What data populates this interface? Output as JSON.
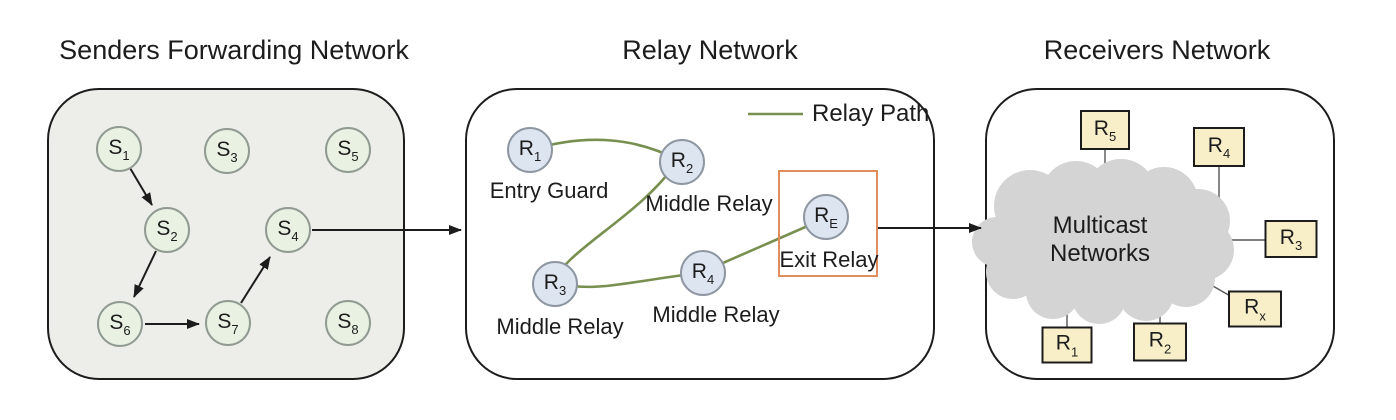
{
  "diagram": {
    "panels": {
      "senders": {
        "title": "Senders Forwarding Network",
        "nodes": [
          {
            "label": "S",
            "sub": "1"
          },
          {
            "label": "S",
            "sub": "3"
          },
          {
            "label": "S",
            "sub": "5"
          },
          {
            "label": "S",
            "sub": "2"
          },
          {
            "label": "S",
            "sub": "4"
          },
          {
            "label": "S",
            "sub": "6"
          },
          {
            "label": "S",
            "sub": "7"
          },
          {
            "label": "S",
            "sub": "8"
          }
        ],
        "edges": [
          [
            "S1",
            "S2"
          ],
          [
            "S2",
            "S6"
          ],
          [
            "S6",
            "S7"
          ],
          [
            "S7",
            "S4"
          ],
          [
            "S4",
            "Relay Network"
          ]
        ]
      },
      "relay": {
        "title": "Relay Network",
        "legend": {
          "label": "Relay Path"
        },
        "nodes": [
          {
            "label": "R",
            "sub": "1",
            "role": "Entry Guard"
          },
          {
            "label": "R",
            "sub": "2",
            "role": "Middle Relay"
          },
          {
            "label": "R",
            "sub": "3",
            "role": "Middle Relay"
          },
          {
            "label": "R",
            "sub": "4",
            "role": "Middle Relay"
          },
          {
            "label": "R",
            "sub": "E",
            "role": "Exit Relay"
          }
        ],
        "relay_path_order": [
          "R1",
          "R2",
          "R3",
          "R4",
          "RE"
        ],
        "edges": [
          [
            "RE",
            "Receivers Network"
          ]
        ]
      },
      "receivers": {
        "title": "Receivers Network",
        "cloud": {
          "line1": "Multicast",
          "line2": "Networks"
        },
        "nodes": [
          {
            "label": "R",
            "sub": "5"
          },
          {
            "label": "R",
            "sub": "4"
          },
          {
            "label": "R",
            "sub": "3"
          },
          {
            "label": "R",
            "sub": "x"
          },
          {
            "label": "R",
            "sub": "2"
          },
          {
            "label": "R",
            "sub": "1"
          }
        ],
        "edges": [
          [
            "cloud",
            "R5"
          ],
          [
            "cloud",
            "R4"
          ],
          [
            "cloud",
            "R3"
          ],
          [
            "cloud",
            "Rx"
          ],
          [
            "cloud",
            "R2"
          ],
          [
            "cloud",
            "R1"
          ]
        ]
      }
    },
    "colors": {
      "relay_path": "#78904f",
      "exit_box_border": "#e08d5c",
      "sender_node_fill": "#e9f1e2",
      "relay_node_fill": "#dde5f0",
      "receiver_box_fill": "#f8efc9",
      "cloud_fill": "#d4d4d4",
      "senders_panel_fill": "#edeeea",
      "outline": "#1c1c1c"
    }
  }
}
